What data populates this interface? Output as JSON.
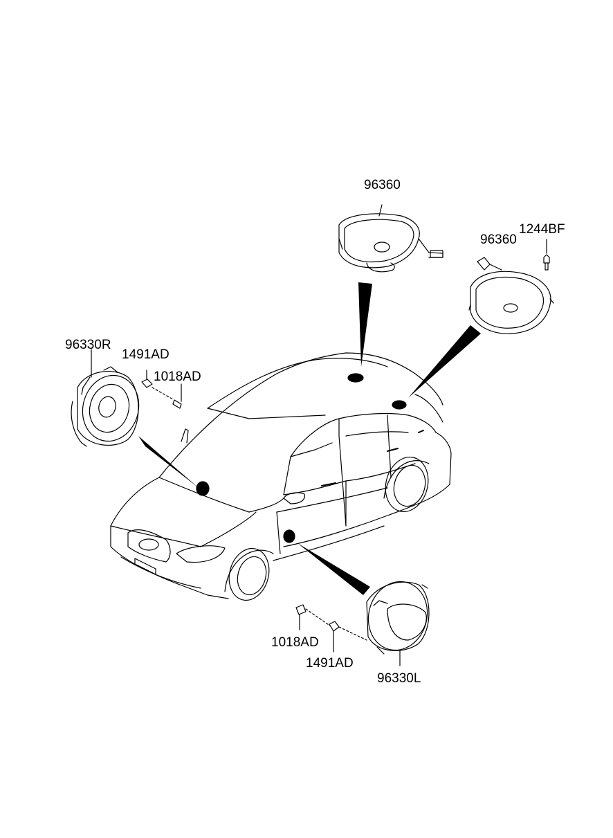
{
  "labels": {
    "rear_speaker_center": "96360",
    "rear_speaker_right": "96360",
    "screw_rear": "1244BF",
    "front_right_speaker": "96330R",
    "clip_right": "1491AD",
    "screw_right": "1018AD",
    "screw_left": "1018AD",
    "clip_left": "1491AD",
    "front_left_speaker": "96330L"
  },
  "colors": {
    "line": "#000000",
    "background": "#ffffff"
  }
}
